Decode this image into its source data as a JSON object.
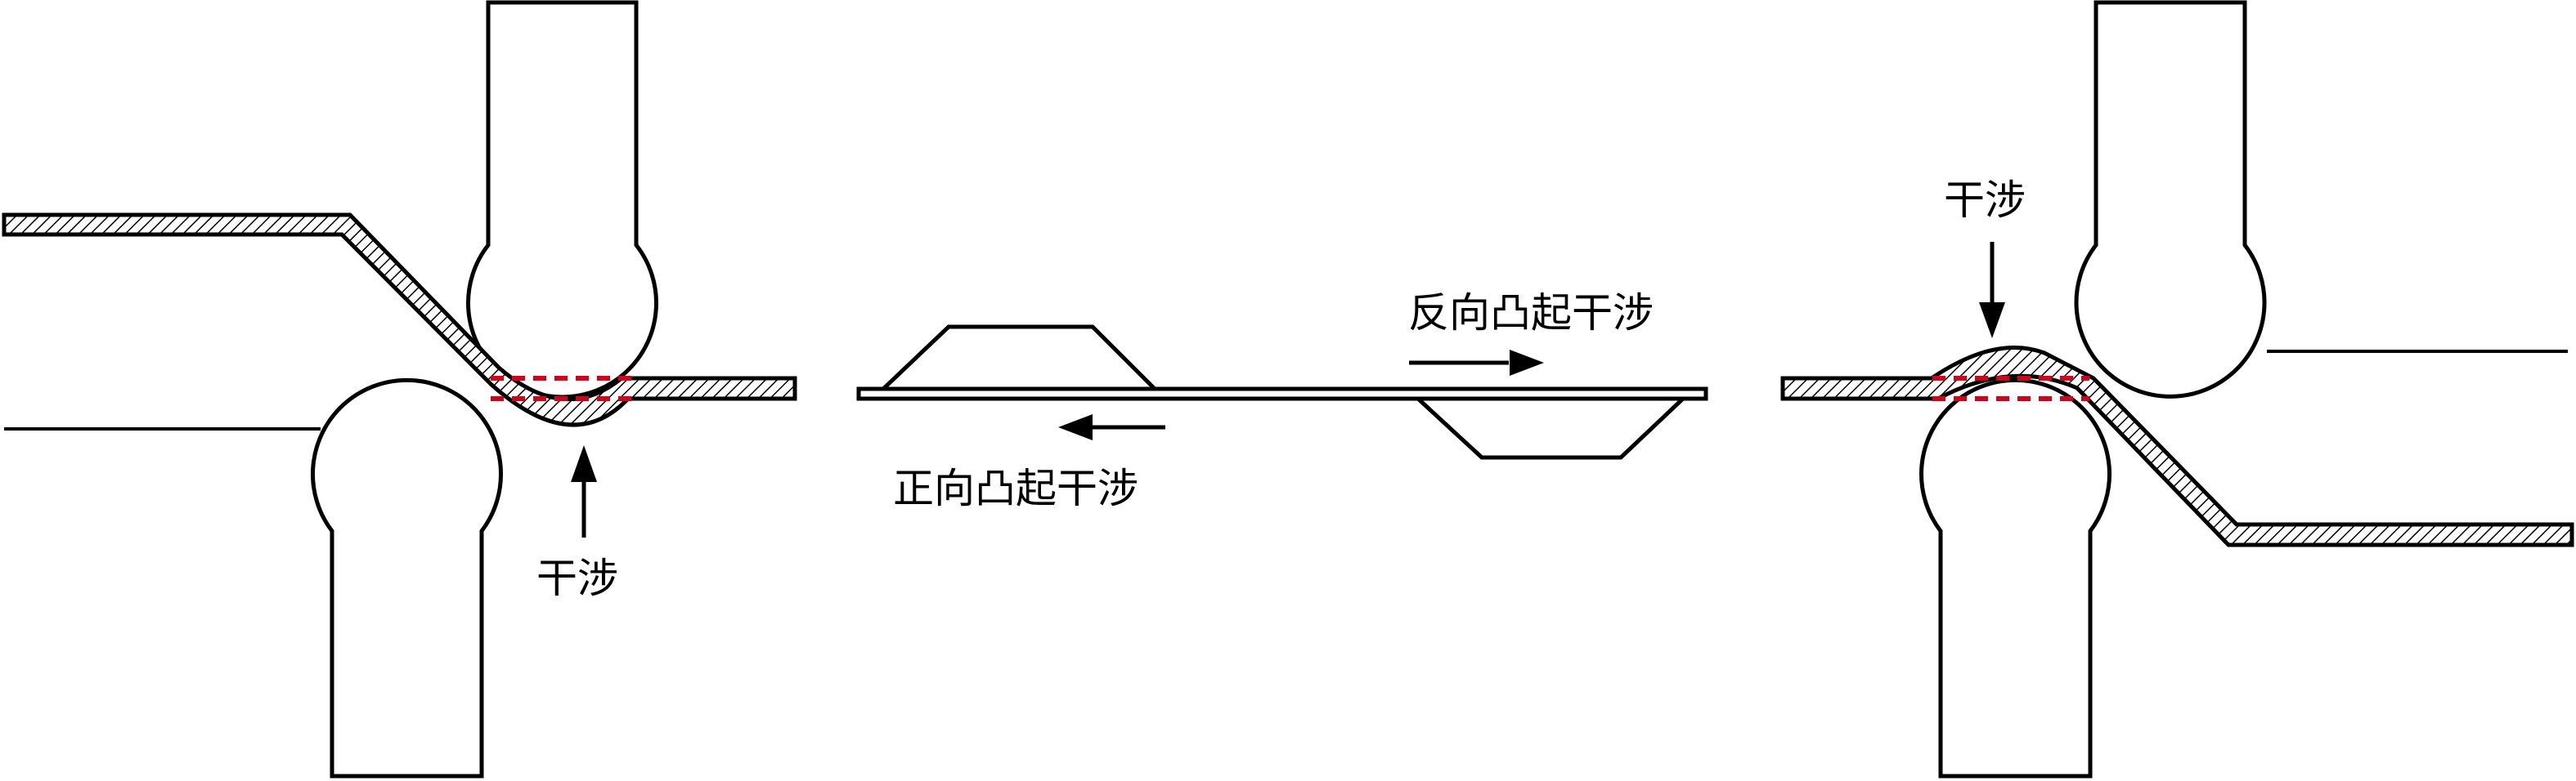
{
  "labels": {
    "left_interference": "干涉",
    "forward_bump": "正向凸起干涉",
    "reverse_bump": "反向凸起干涉",
    "right_interference": "干涉"
  },
  "colors": {
    "stroke": "#000000",
    "interference": "#d0021b",
    "background": "#ffffff"
  }
}
